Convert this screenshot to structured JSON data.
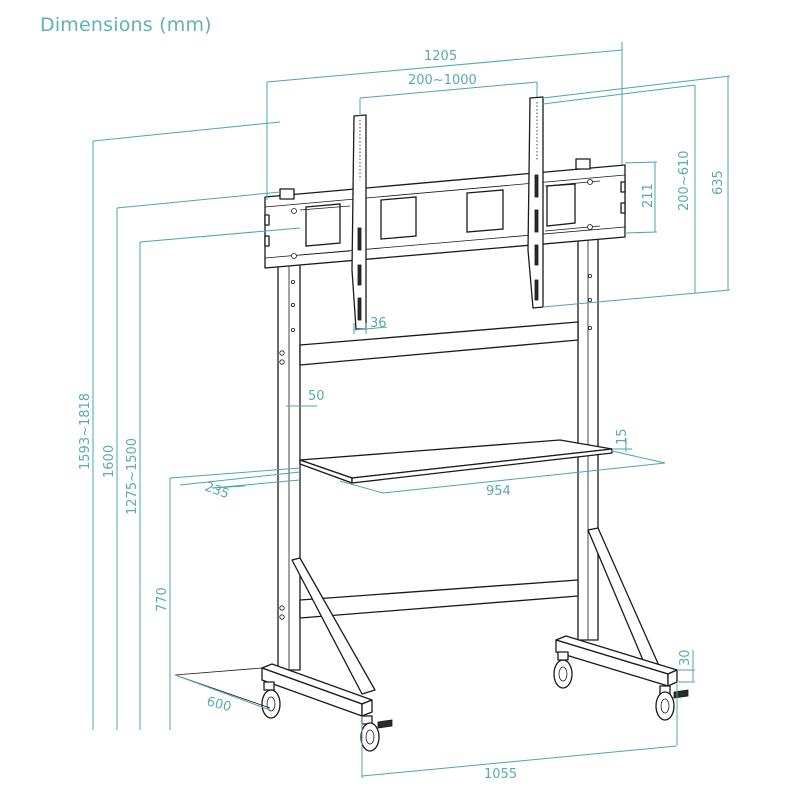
{
  "title": "Dimensions (mm)",
  "colors": {
    "dimension_line": "#4aa7ad",
    "dimension_text": "#5aaab0",
    "object_line": "#1a1a1a",
    "background": "#ffffff"
  },
  "dimensions": {
    "total_width": "1205",
    "vesa_horizontal": "200~1000",
    "bracket_height": "211",
    "vesa_vertical": "200~610",
    "mount_height": "635",
    "total_height": "1593~1818",
    "frame_height": "1600",
    "center_height": "1275~1500",
    "shelf_height": "770",
    "arm_width": "36",
    "upright_width": "50",
    "shelf_thickness": "15",
    "shelf_depth": "235",
    "shelf_width": "954",
    "base_depth": "600",
    "base_width": "1055",
    "foot_height": "30"
  }
}
